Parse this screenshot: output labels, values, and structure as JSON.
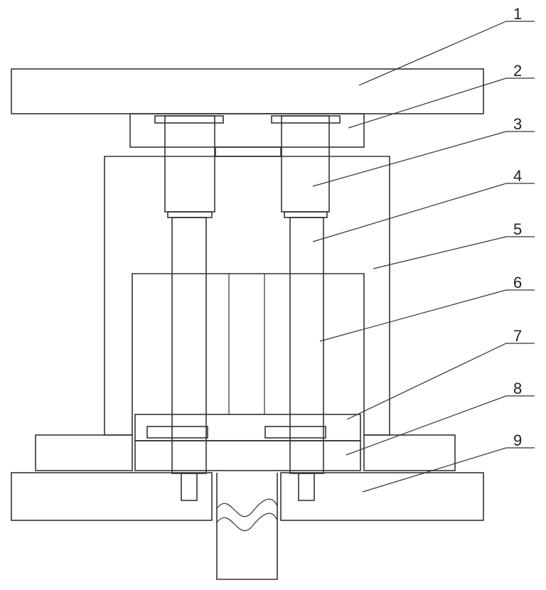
{
  "diagram": {
    "labels": [
      "1",
      "2",
      "3",
      "4",
      "5",
      "6",
      "7",
      "8",
      "9"
    ]
  },
  "colors": {
    "line": "#333333",
    "background": "#ffffff"
  }
}
